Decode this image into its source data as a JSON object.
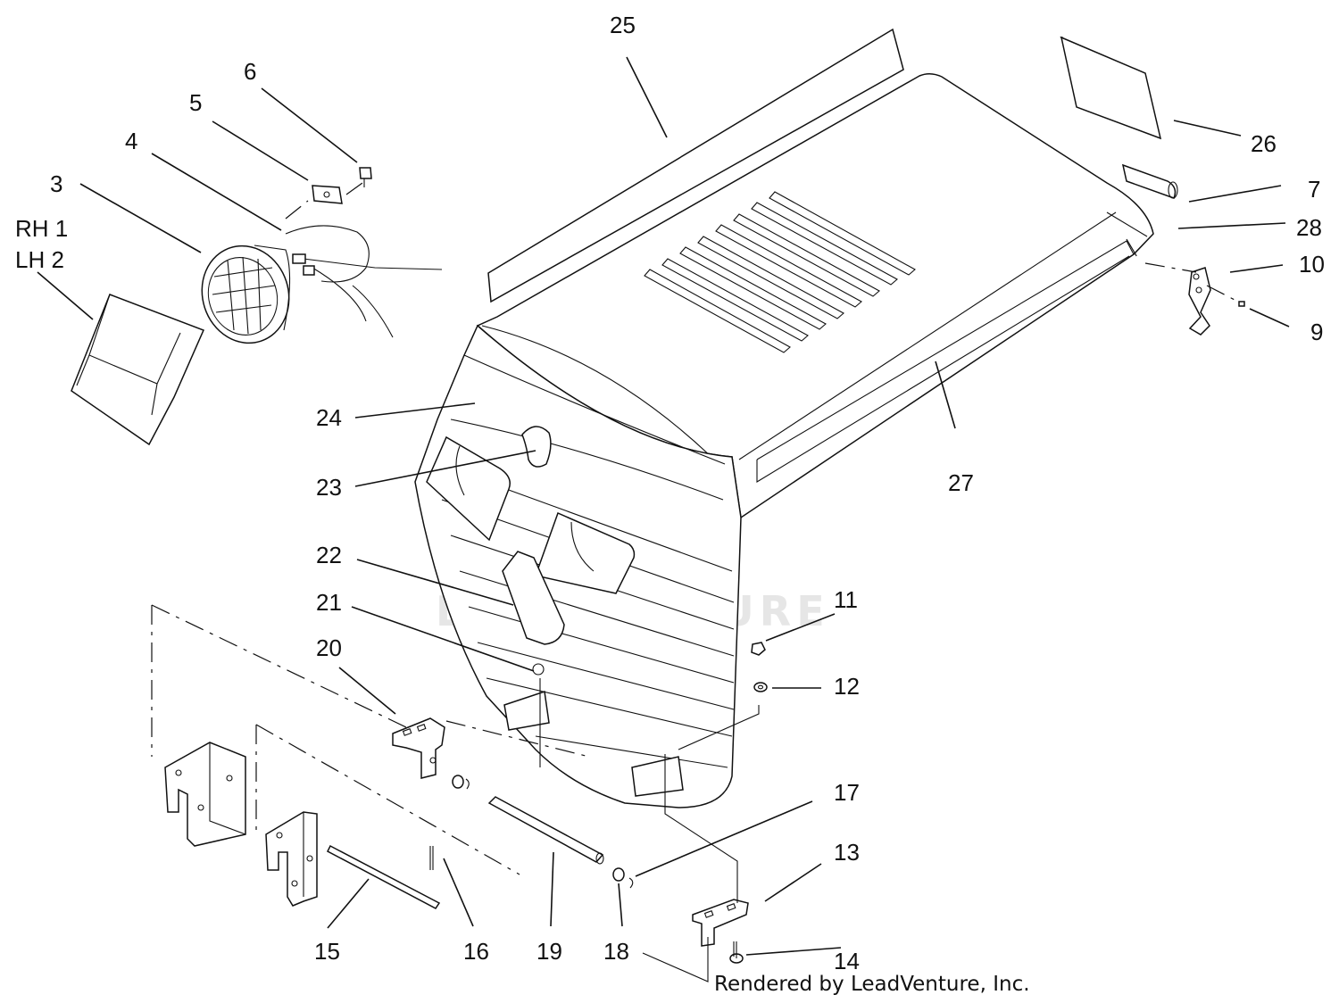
{
  "diagram": {
    "callouts": [
      {
        "id": "lbl-25",
        "text": "25"
      },
      {
        "id": "lbl-6",
        "text": "6"
      },
      {
        "id": "lbl-5",
        "text": "5"
      },
      {
        "id": "lbl-4",
        "text": "4"
      },
      {
        "id": "lbl-3",
        "text": "3"
      },
      {
        "id": "lbl-rh1",
        "text": "RH 1"
      },
      {
        "id": "lbl-lh2",
        "text": "LH 2"
      },
      {
        "id": "lbl-26",
        "text": "26"
      },
      {
        "id": "lbl-7",
        "text": "7"
      },
      {
        "id": "lbl-28",
        "text": "28"
      },
      {
        "id": "lbl-10",
        "text": "10"
      },
      {
        "id": "lbl-9",
        "text": "9"
      },
      {
        "id": "lbl-24",
        "text": "24"
      },
      {
        "id": "lbl-23",
        "text": "23"
      },
      {
        "id": "lbl-27",
        "text": "27"
      },
      {
        "id": "lbl-22",
        "text": "22"
      },
      {
        "id": "lbl-21",
        "text": "21"
      },
      {
        "id": "lbl-11",
        "text": "11"
      },
      {
        "id": "lbl-20",
        "text": "20"
      },
      {
        "id": "lbl-12",
        "text": "12"
      },
      {
        "id": "lbl-17",
        "text": "17"
      },
      {
        "id": "lbl-13",
        "text": "13"
      },
      {
        "id": "lbl-15",
        "text": "15"
      },
      {
        "id": "lbl-16",
        "text": "16"
      },
      {
        "id": "lbl-19",
        "text": "19"
      },
      {
        "id": "lbl-18",
        "text": "18"
      },
      {
        "id": "lbl-14",
        "text": "14"
      }
    ],
    "credit": "Rendered by LeadVenture, Inc.",
    "watermark": "LEADVENTURE"
  }
}
